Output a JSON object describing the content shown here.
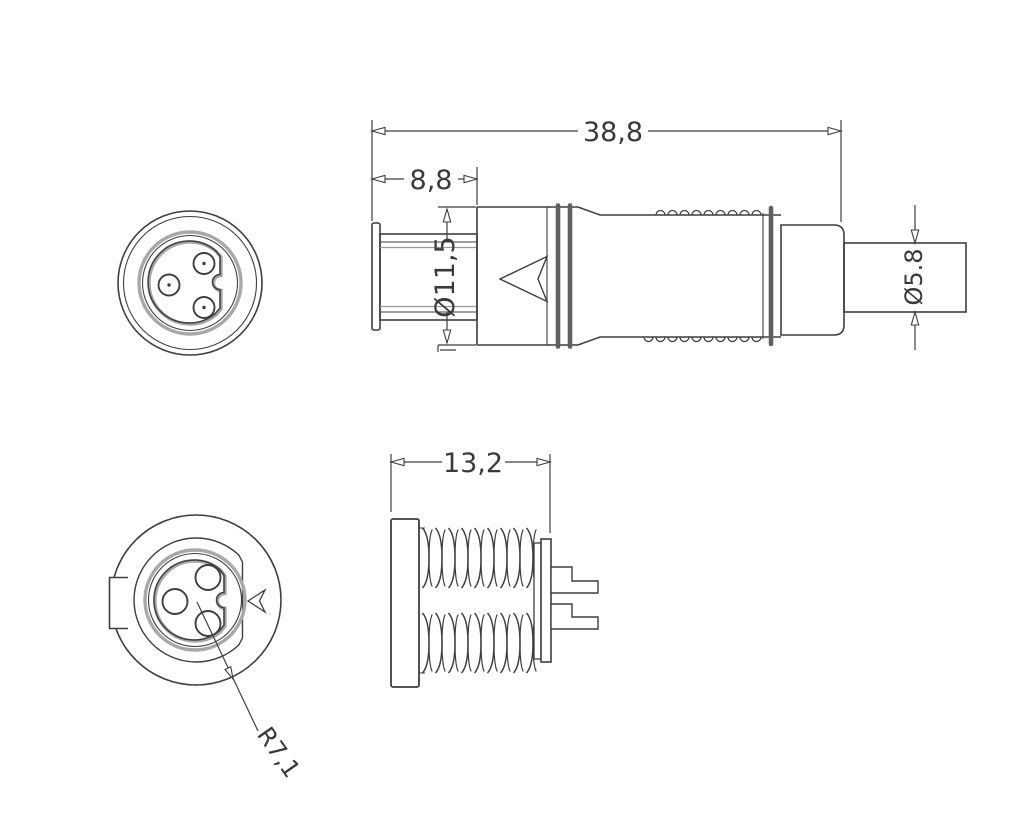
{
  "drawing": {
    "dimensions": {
      "overall_length": "38,8",
      "front_length": "8,8",
      "front_diameter": "Ø11,5",
      "cable_diameter": "Ø5.8",
      "receptacle_length": "13,2",
      "housing_radius": "R7,1"
    },
    "colors": {
      "line": "#3f3f3f",
      "secondary_line": "#9a9a9a",
      "rib": "#5f5f5f",
      "background": "#ffffff"
    }
  }
}
